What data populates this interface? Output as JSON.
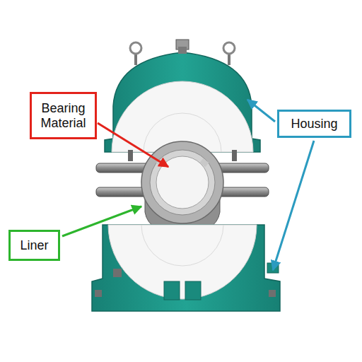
{
  "diagram": {
    "nodes": [
      {
        "text": [
          "Bearing Material"
        ]
      },
      {
        "text": [
          "Housing"
        ]
      },
      {
        "text": [
          "Liner"
        ]
      }
    ]
  }
}
